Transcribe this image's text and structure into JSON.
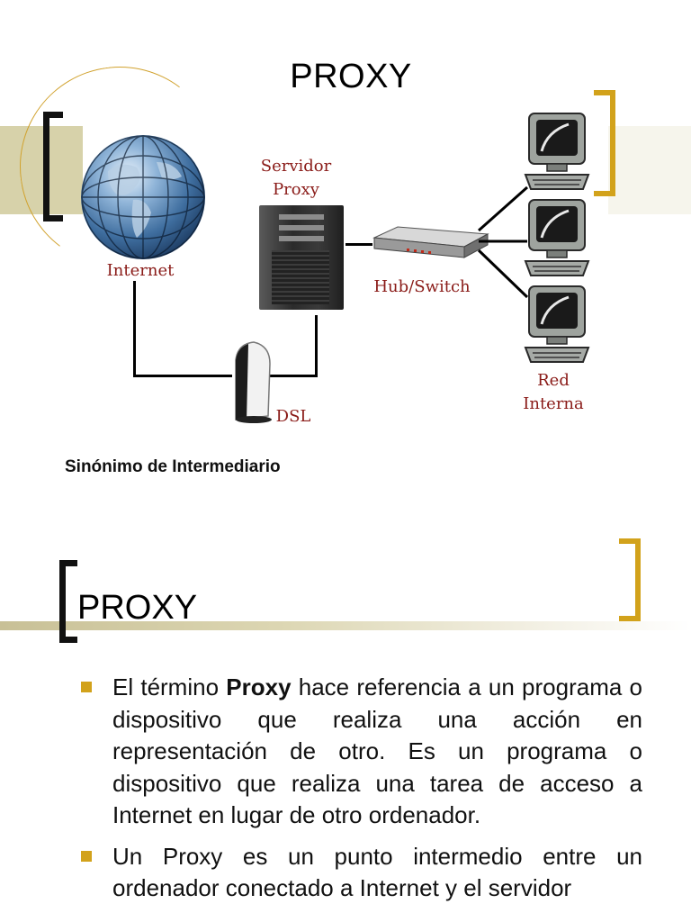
{
  "slide1": {
    "title": "PROXY",
    "diagram": {
      "internet_label": "Internet",
      "server_label_line1": "Servidor",
      "server_label_line2": "Proxy",
      "switch_label": "Hub/Switch",
      "dsl_label": "DSL",
      "network_label_line1": "Red",
      "network_label_line2": "Interna"
    },
    "subtitle": "Sinónimo de Intermediario"
  },
  "slide2": {
    "title": "PROXY",
    "bullets": [
      {
        "before": "El término ",
        "bold": "Proxy",
        "after": " hace referencia a un programa o dispositivo que realiza una acción en representación de otro. Es un programa o dispositivo que realiza una tarea de acceso a Internet en lugar de otro ordenador."
      },
      {
        "before": "Un Proxy es un punto intermedio entre un ordenador conectado a Internet y el servidor",
        "bold": "",
        "after": ""
      }
    ]
  },
  "colors": {
    "accent_gold": "#d2a21b",
    "label_red": "#8a1b18",
    "band_khaki": "#d7d2aa"
  }
}
